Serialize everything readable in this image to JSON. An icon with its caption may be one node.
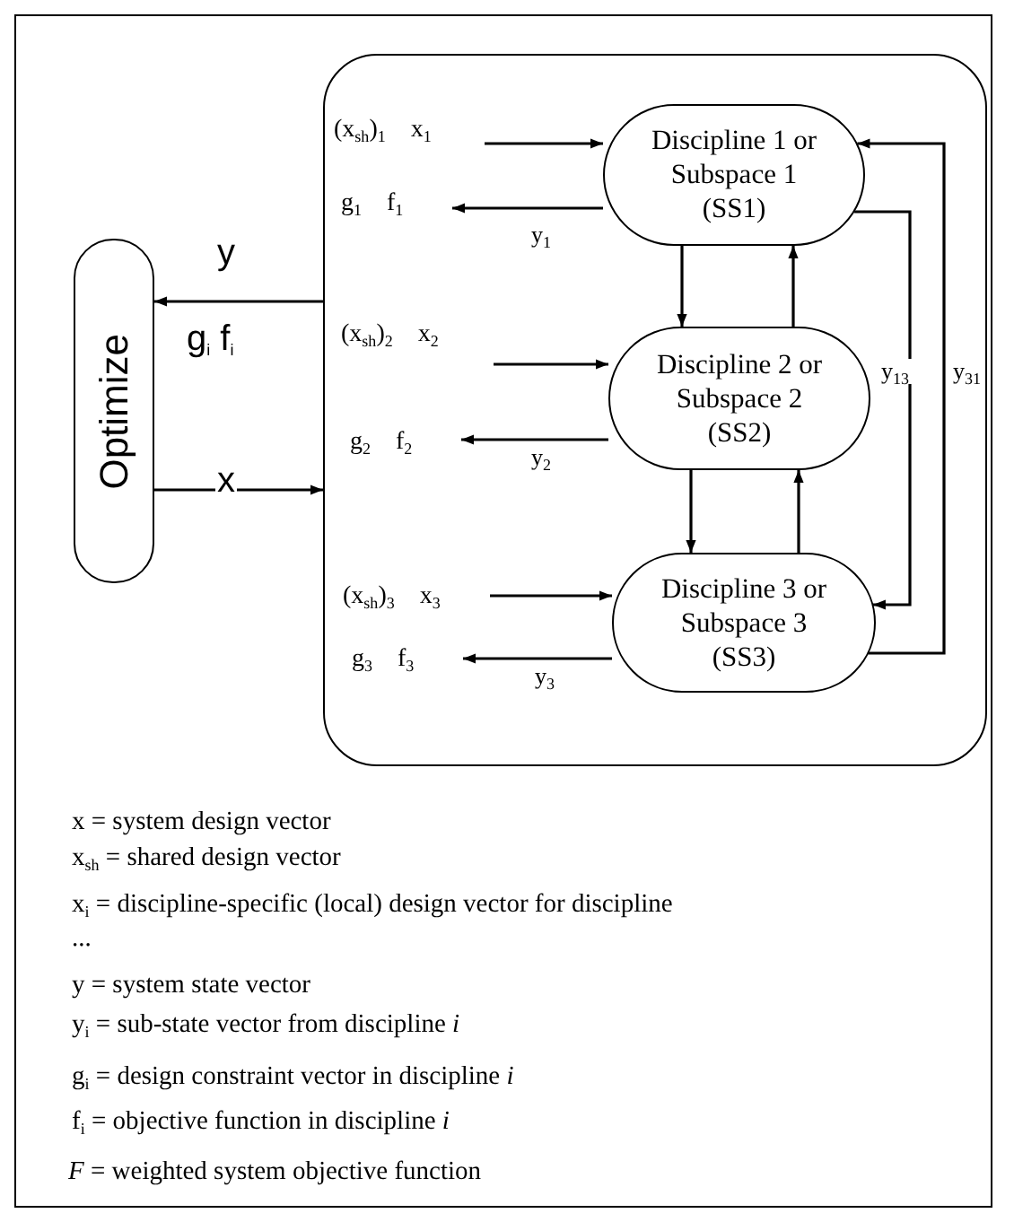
{
  "diagram": {
    "nodes": [
      {
        "text": [
          "Optimize"
        ]
      },
      {
        "text": [],
        "shape": "box"
      },
      {
        "text": [
          "(x$_{sh}$)$_{1}$",
          "x$_{1}$"
        ],
        "in": 1
      },
      {
        "text": [
          "Discipline 1 or Subspace 1 (SS1)"
        ],
        "in": 1
      },
      {
        "text": [
          "g$_{1}$",
          "f$_{1}$"
        ],
        "in": 1
      },
      {
        "text": [
          "(x$_{sh}$)$_{2}$",
          "x$_{2}$"
        ],
        "in": 1
      },
      {
        "text": [
          "Discipline 2 or Subspace 2 (SS2)"
        ],
        "in": 1
      },
      {
        "text": [
          "g$_{2}$",
          "f$_{2}$"
        ],
        "in": 1
      },
      {
        "text": [
          "(x$_{sh}$)$_{3}$",
          "x$_{3}$"
        ],
        "in": 1
      },
      {
        "text": [
          "Discipline 3 or Subspace 3 (SS3)"
        ],
        "in": 1
      },
      {
        "text": [
          "g$_{3}$",
          "f$_{3}$"
        ],
        "in": 1
      }
    ],
    "edges": [
      {
        "from": 1,
        "to": 0,
        "arrow": "to",
        "label": "y"
      },
      {
        "from": 0,
        "to": 1,
        "arrow": "to",
        "label": "x"
      },
      {
        "from": 2,
        "to": 3,
        "arrow": "to"
      },
      {
        "from": 3,
        "to": 4,
        "arrow": "to",
        "label": "y$_{1}$"
      },
      {
        "from": 3,
        "to": 6,
        "arrow": "to"
      },
      {
        "from": 6,
        "to": 3,
        "arrow": "to"
      },
      {
        "from": 5,
        "to": 6,
        "arrow": "to"
      },
      {
        "from": 6,
        "to": 7,
        "arrow": "to",
        "label": "y$_{2}$"
      },
      {
        "from": 6,
        "to": 9,
        "arrow": "to"
      },
      {
        "from": 9,
        "to": 6,
        "arrow": "to"
      },
      {
        "from": 8,
        "to": 9,
        "arrow": "to"
      },
      {
        "from": 9,
        "to": 10,
        "arrow": "to",
        "label": "y$_{3}$"
      },
      {
        "from": 3,
        "to": 9,
        "arrow": "to",
        "label": "y$_{13}$"
      },
      {
        "from": 9,
        "to": 3,
        "arrow": "to",
        "label": "y$_{31}$"
      }
    ],
    "labels": [
      "g$_{i}$ f$_{i}$",
      "x = system design vector",
      "x$_{sh}$ = shared design vector",
      "x$_{i}$ = discipline-specific (local) design vector for discipline",
      "...",
      "y = system state vector",
      "y$_{i}$ = sub-state vector from discipline *i*",
      "g$_{i}$ = design constraint vector in discipline *i*",
      "f$_{i}$ = objective function in discipline *i*",
      "*F* = weighted system objective function"
    ]
  }
}
